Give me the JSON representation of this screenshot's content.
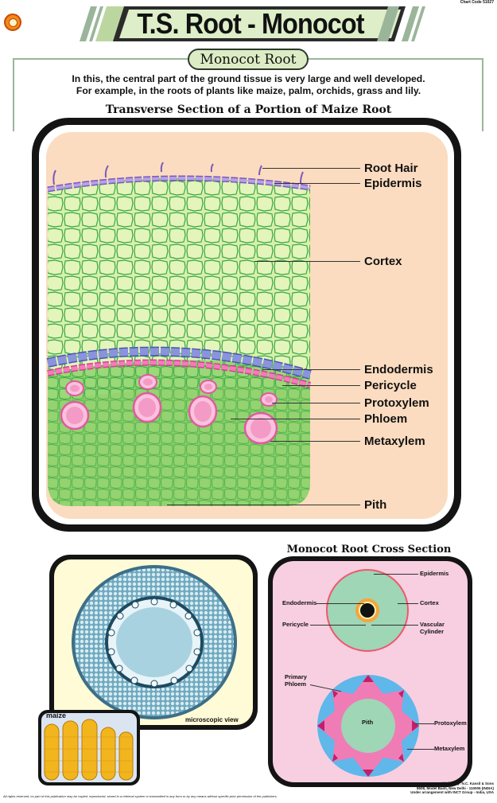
{
  "header": {
    "chart_code": "Chart Code 51027",
    "title": "T.S. Root - Monocot"
  },
  "subtitle": "Monocot Root",
  "intro": {
    "line1": "In this, the central part of the ground tissue is very large and well developed.",
    "line2": "For example, in the roots of plants like maize, palm, orchids, grass and lily."
  },
  "main_diagram": {
    "heading": "Transverse Section of a Portion of Maize Root",
    "labels": [
      "Root Hair",
      "Epidermis",
      "Cortex",
      "Endodermis",
      "Pericycle",
      "Protoxylem",
      "Phloem",
      "Metaxylem",
      "Pith"
    ]
  },
  "micro_photo": {
    "caption": "microscopic view",
    "maize_label": "maize"
  },
  "cross_section": {
    "heading": "Monocot Root Cross Section",
    "upper_labels": {
      "epidermis": "Epidermis",
      "endodermis": "Endodermis",
      "cortex": "Cortex",
      "pericycle": "Pericycle",
      "vascular_cylinder_1": "Vascular",
      "vascular_cylinder_2": "Cylinder"
    },
    "lower_labels": {
      "primary_phloem_1": "Primary",
      "primary_phloem_2": "Phloem",
      "pith": "Pith",
      "protoxylem": "Protoxylem",
      "metaxylem": "Metaxylem"
    }
  },
  "footer": {
    "rights": "All rights reserved, no part of this publication may be copied, reproduced, stored in a retrieval system or transmitted in any form or by any means without specific prior permission of the publishers.",
    "published_by": "Published by: N.C. Kansil & Sons",
    "address": "8608, Model Basti, New Delhi - 110005 (INDIA)",
    "arrangement": "Under arrangement with INCT Group - India, USA"
  },
  "colors": {
    "cortex_fill": "#d8f0a8",
    "pith_fill": "#8fd06a",
    "cell_stroke": "#3aa84a",
    "endodermis": "#7f8ad8",
    "pericycle": "#f06ab0",
    "xylem": "#f7a8cf",
    "background_peach": "#fbdcc0",
    "cross_bg": "#f8cfe0"
  }
}
